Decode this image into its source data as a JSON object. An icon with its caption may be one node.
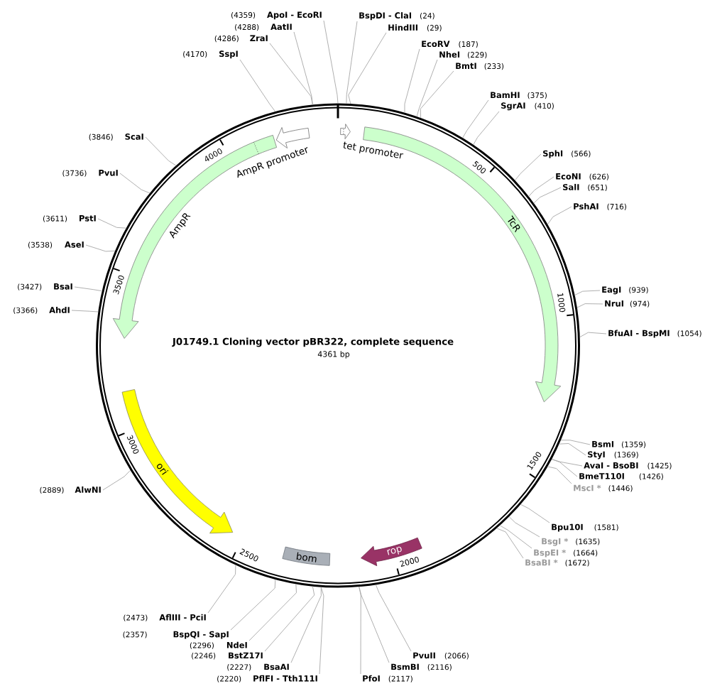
{
  "diagram": {
    "title": "J01749.1 Cloning vector pBR322, complete sequence",
    "nodes": [
      {
        "text": [],
        "shape": "circle"
      },
      {
        "text": [
          "tet promoter"
        ],
        "in": 0
      },
      {
        "text": [
          "TcR"
        ],
        "in": 0
      },
      {
        "text": [
          "rop"
        ],
        "in": 0
      },
      {
        "text": [
          "bom"
        ],
        "in": 0
      },
      {
        "text": [
          "ori"
        ],
        "in": 0
      },
      {
        "text": [
          "AmpR"
        ],
        "in": 0
      },
      {
        "text": [
          "AmpR promoter"
        ],
        "in": 0
      },
      {
        "text": [
          "BspDI - ClaI",
          "(24)"
        ]
      },
      {
        "text": [
          "HindIII",
          "(29)"
        ]
      },
      {
        "text": [
          "EcoRV",
          "(187)"
        ]
      },
      {
        "text": [
          "NheI",
          "(229)"
        ]
      },
      {
        "text": [
          "BmtI",
          "(233)"
        ]
      },
      {
        "text": [
          "BamHI",
          "(375)"
        ]
      },
      {
        "text": [
          "SgrAI",
          "(410)"
        ]
      },
      {
        "text": [
          "SphI",
          "(566)"
        ]
      },
      {
        "text": [
          "EcoNI",
          "(626)"
        ]
      },
      {
        "text": [
          "SalI",
          "(651)"
        ]
      },
      {
        "text": [
          "PshAI",
          "(716)"
        ]
      },
      {
        "text": [
          "EagI",
          "(939)"
        ]
      },
      {
        "text": [
          "NruI",
          "(974)"
        ]
      },
      {
        "text": [
          "BfuAI - BspMI",
          "(1054)"
        ]
      },
      {
        "text": [
          "BsmI",
          "(1359)"
        ]
      },
      {
        "text": [
          "StyI",
          "(1369)"
        ]
      },
      {
        "text": [
          "AvaI - BsoBI",
          "(1425)"
        ]
      },
      {
        "text": [
          "BmeT110I",
          "(1426)"
        ]
      },
      {
        "text": [
          "MscI *",
          "(1446)"
        ]
      },
      {
        "text": [
          "Bpu10I",
          "(1581)"
        ]
      },
      {
        "text": [
          "BsgI *",
          "(1635)"
        ]
      },
      {
        "text": [
          "BspEI *",
          "(1664)"
        ]
      },
      {
        "text": [
          "BsaBI *",
          "(1672)"
        ]
      },
      {
        "text": [
          "PvuII",
          "(2066)"
        ]
      },
      {
        "text": [
          "BsmBI",
          "(2116)"
        ]
      },
      {
        "text": [
          "PfoI",
          "(2117)"
        ]
      },
      {
        "text": [
          "(2220)",
          "PflFI - Tth111I"
        ]
      },
      {
        "text": [
          "(2227)",
          "BsaAI"
        ]
      },
      {
        "text": [
          "(2246)",
          "BstZ17I"
        ]
      },
      {
        "text": [
          "(2296)",
          "NdeI"
        ]
      },
      {
        "text": [
          "(2357)",
          "BspQI - SapI"
        ]
      },
      {
        "text": [
          "(2473)",
          "AflIII - PciI"
        ]
      },
      {
        "text": [
          "(2889)",
          "AlwNI"
        ]
      },
      {
        "text": [
          "(3366)",
          "AhdI"
        ]
      },
      {
        "text": [
          "(3427)",
          "BsaI"
        ]
      },
      {
        "text": [
          "(3538)",
          "AseI"
        ]
      },
      {
        "text": [
          "(3611)",
          "PstI"
        ]
      },
      {
        "text": [
          "(3736)",
          "PvuI"
        ]
      },
      {
        "text": [
          "(3846)",
          "ScaI"
        ]
      },
      {
        "text": [
          "(4170)",
          "SspI"
        ]
      },
      {
        "text": [
          "(4286)",
          "ZraI"
        ]
      },
      {
        "text": [
          "(4288)",
          "AatII"
        ]
      },
      {
        "text": [
          "(4359)",
          "ApoI - EcoRI"
        ]
      }
    ],
    "edges": [
      {
        "from": 8,
        "to": 0,
        "arrow": "none"
      },
      {
        "from": 9,
        "to": 0,
        "arrow": "none"
      },
      {
        "from": 10,
        "to": 0,
        "arrow": "none"
      },
      {
        "from": 11,
        "to": 0,
        "arrow": "none"
      },
      {
        "from": 12,
        "to": 0,
        "arrow": "none"
      },
      {
        "from": 13,
        "to": 0,
        "arrow": "none"
      },
      {
        "from": 14,
        "to": 0,
        "arrow": "none"
      },
      {
        "from": 15,
        "to": 0,
        "arrow": "none"
      },
      {
        "from": 16,
        "to": 0,
        "arrow": "none"
      },
      {
        "from": 17,
        "to": 0,
        "arrow": "none"
      },
      {
        "from": 18,
        "to": 0,
        "arrow": "none"
      },
      {
        "from": 19,
        "to": 0,
        "arrow": "none"
      },
      {
        "from": 20,
        "to": 0,
        "arrow": "none"
      },
      {
        "from": 21,
        "to": 0,
        "arrow": "none"
      },
      {
        "from": 22,
        "to": 0,
        "arrow": "none"
      },
      {
        "from": 23,
        "to": 0,
        "arrow": "none"
      },
      {
        "from": 24,
        "to": 0,
        "arrow": "none"
      },
      {
        "from": 25,
        "to": 0,
        "arrow": "none"
      },
      {
        "from": 26,
        "to": 0,
        "arrow": "none"
      },
      {
        "from": 27,
        "to": 0,
        "arrow": "none"
      },
      {
        "from": 28,
        "to": 0,
        "arrow": "none"
      },
      {
        "from": 29,
        "to": 0,
        "arrow": "none"
      },
      {
        "from": 30,
        "to": 0,
        "arrow": "none"
      },
      {
        "from": 31,
        "to": 0,
        "arrow": "none"
      },
      {
        "from": 32,
        "to": 0,
        "arrow": "none"
      },
      {
        "from": 33,
        "to": 0,
        "arrow": "none"
      },
      {
        "from": 34,
        "to": 0,
        "arrow": "none"
      },
      {
        "from": 35,
        "to": 0,
        "arrow": "none"
      },
      {
        "from": 36,
        "to": 0,
        "arrow": "none"
      },
      {
        "from": 37,
        "to": 0,
        "arrow": "none"
      },
      {
        "from": 38,
        "to": 0,
        "arrow": "none"
      },
      {
        "from": 39,
        "to": 0,
        "arrow": "none"
      },
      {
        "from": 40,
        "to": 0,
        "arrow": "none"
      },
      {
        "from": 41,
        "to": 0,
        "arrow": "none"
      },
      {
        "from": 42,
        "to": 0,
        "arrow": "none"
      },
      {
        "from": 43,
        "to": 0,
        "arrow": "none"
      },
      {
        "from": 44,
        "to": 0,
        "arrow": "none"
      },
      {
        "from": 45,
        "to": 0,
        "arrow": "none"
      },
      {
        "from": 46,
        "to": 0,
        "arrow": "none"
      },
      {
        "from": 47,
        "to": 0,
        "arrow": "none"
      },
      {
        "from": 48,
        "to": 0,
        "arrow": "none"
      },
      {
        "from": 49,
        "to": 0,
        "arrow": "none"
      },
      {
        "from": 50,
        "to": 0,
        "arrow": "none"
      }
    ],
    "labels": [
      "4361 bp",
      "500",
      "1000",
      "1500",
      "2000",
      "2500",
      "3000",
      "3500",
      "4000"
    ]
  }
}
